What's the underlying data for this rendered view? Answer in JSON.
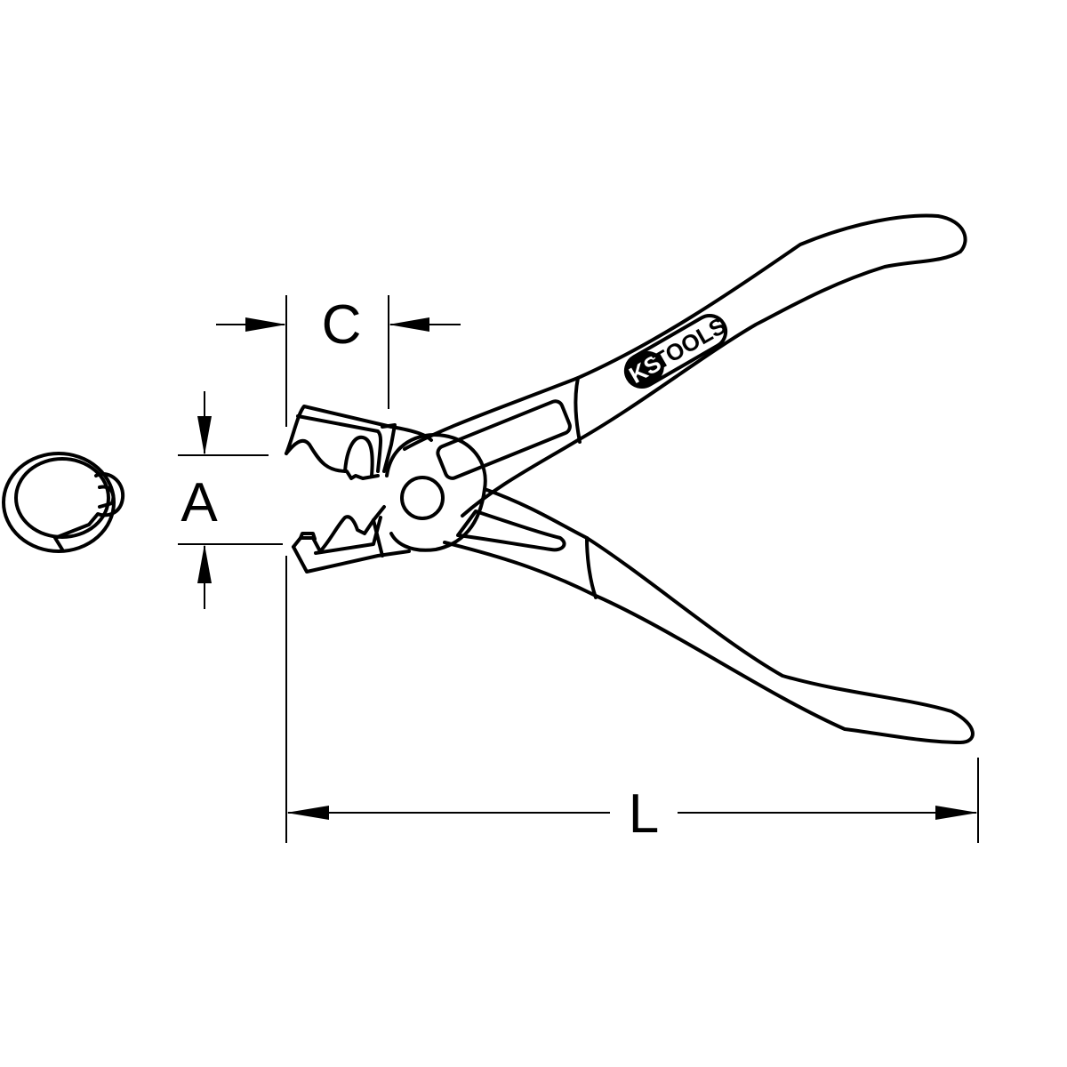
{
  "drawing": {
    "brand_logo": "KS TOOLS",
    "dimensions": {
      "c_label": "C",
      "a_label": "A",
      "l_label": "L"
    },
    "line_color": "#000000",
    "background": "#ffffff"
  }
}
